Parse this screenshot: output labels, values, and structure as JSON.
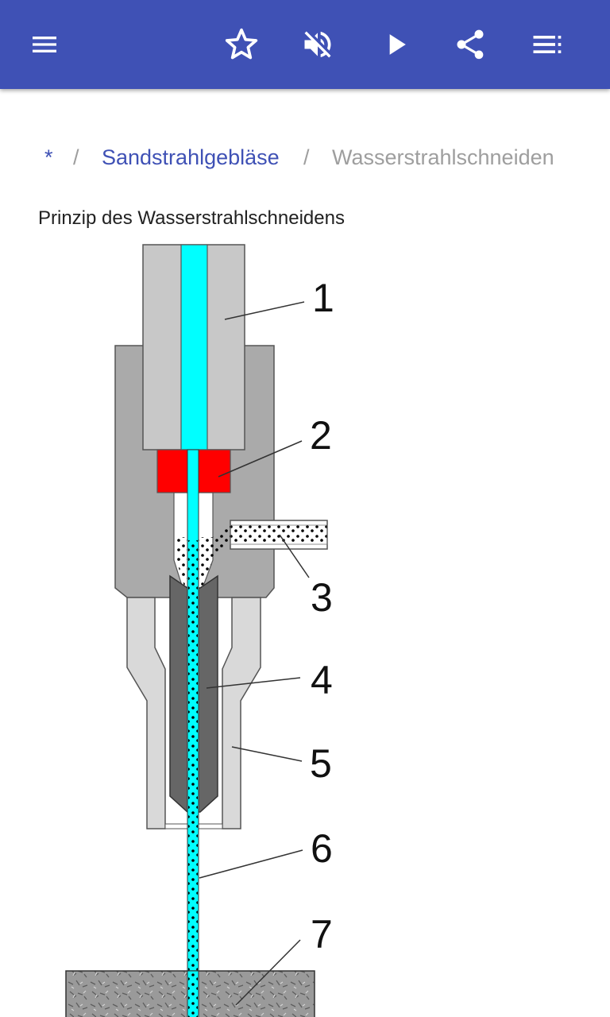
{
  "toolbar": {
    "icons": [
      "menu-icon",
      "star-outline-icon",
      "volume-off-icon",
      "play-icon",
      "share-icon",
      "playlist-icon"
    ]
  },
  "colors": {
    "appbar": "#3f51b5",
    "link": "#3f51b5",
    "muted": "#9e9e9e",
    "water": "#00ffff",
    "orifice": "#ff0000"
  },
  "breadcrumb": {
    "root": "*",
    "separator": "/",
    "parent": "Sandstrahlgebläse",
    "current": "Wasserstrahlschneiden"
  },
  "article": {
    "caption": "Prinzip des Wasserstrahlschneidens"
  },
  "diagram": {
    "labels": [
      "1",
      "2",
      "3",
      "4",
      "5",
      "6",
      "7"
    ]
  }
}
